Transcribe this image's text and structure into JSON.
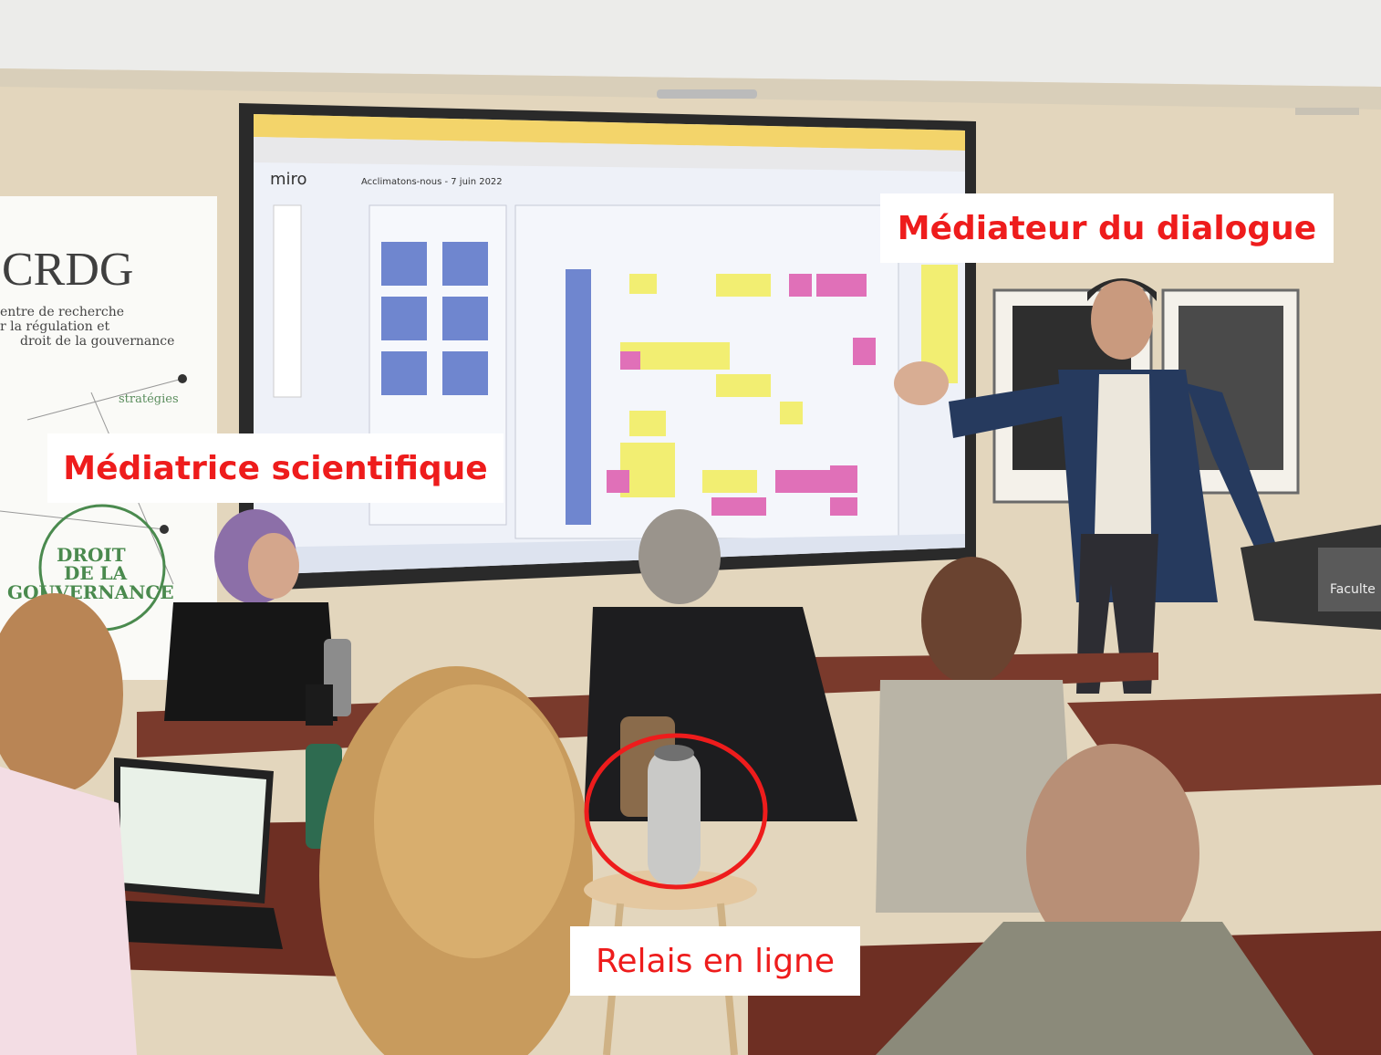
{
  "labels": {
    "mediateur": "Médiateur du dialogue",
    "mediatrice": "Médiatrice scientifique",
    "relais": "Relais en ligne"
  },
  "screen": {
    "app_logo": "miro",
    "board_title": "Acclimatons-nous - 7 juin 2022"
  },
  "banner": {
    "title": "CRDG",
    "subtitle_line1": "entre de recherche",
    "subtitle_line2": "r la régulation et",
    "subtitle_line3": "droit de la gouvernance",
    "word_strategies": "stratégies",
    "circle_line1": "DROIT",
    "circle_line2": "DE LA",
    "circle_line3": "GOUVERNANCE"
  },
  "podium": {
    "text": "Faculte"
  },
  "colors": {
    "annotation_red": "#ee1c1c",
    "label_bg": "#ffffff",
    "wall": "#e3d6bd",
    "ceiling": "#ececea",
    "screen_bg": "#eef1f8",
    "sticky_yellow": "#f2ee72",
    "sticky_pink": "#e070b8",
    "sticky_blue": "#6f86cf",
    "table_wood": "#7a3a2c",
    "banner_green": "#4a8a4e"
  }
}
